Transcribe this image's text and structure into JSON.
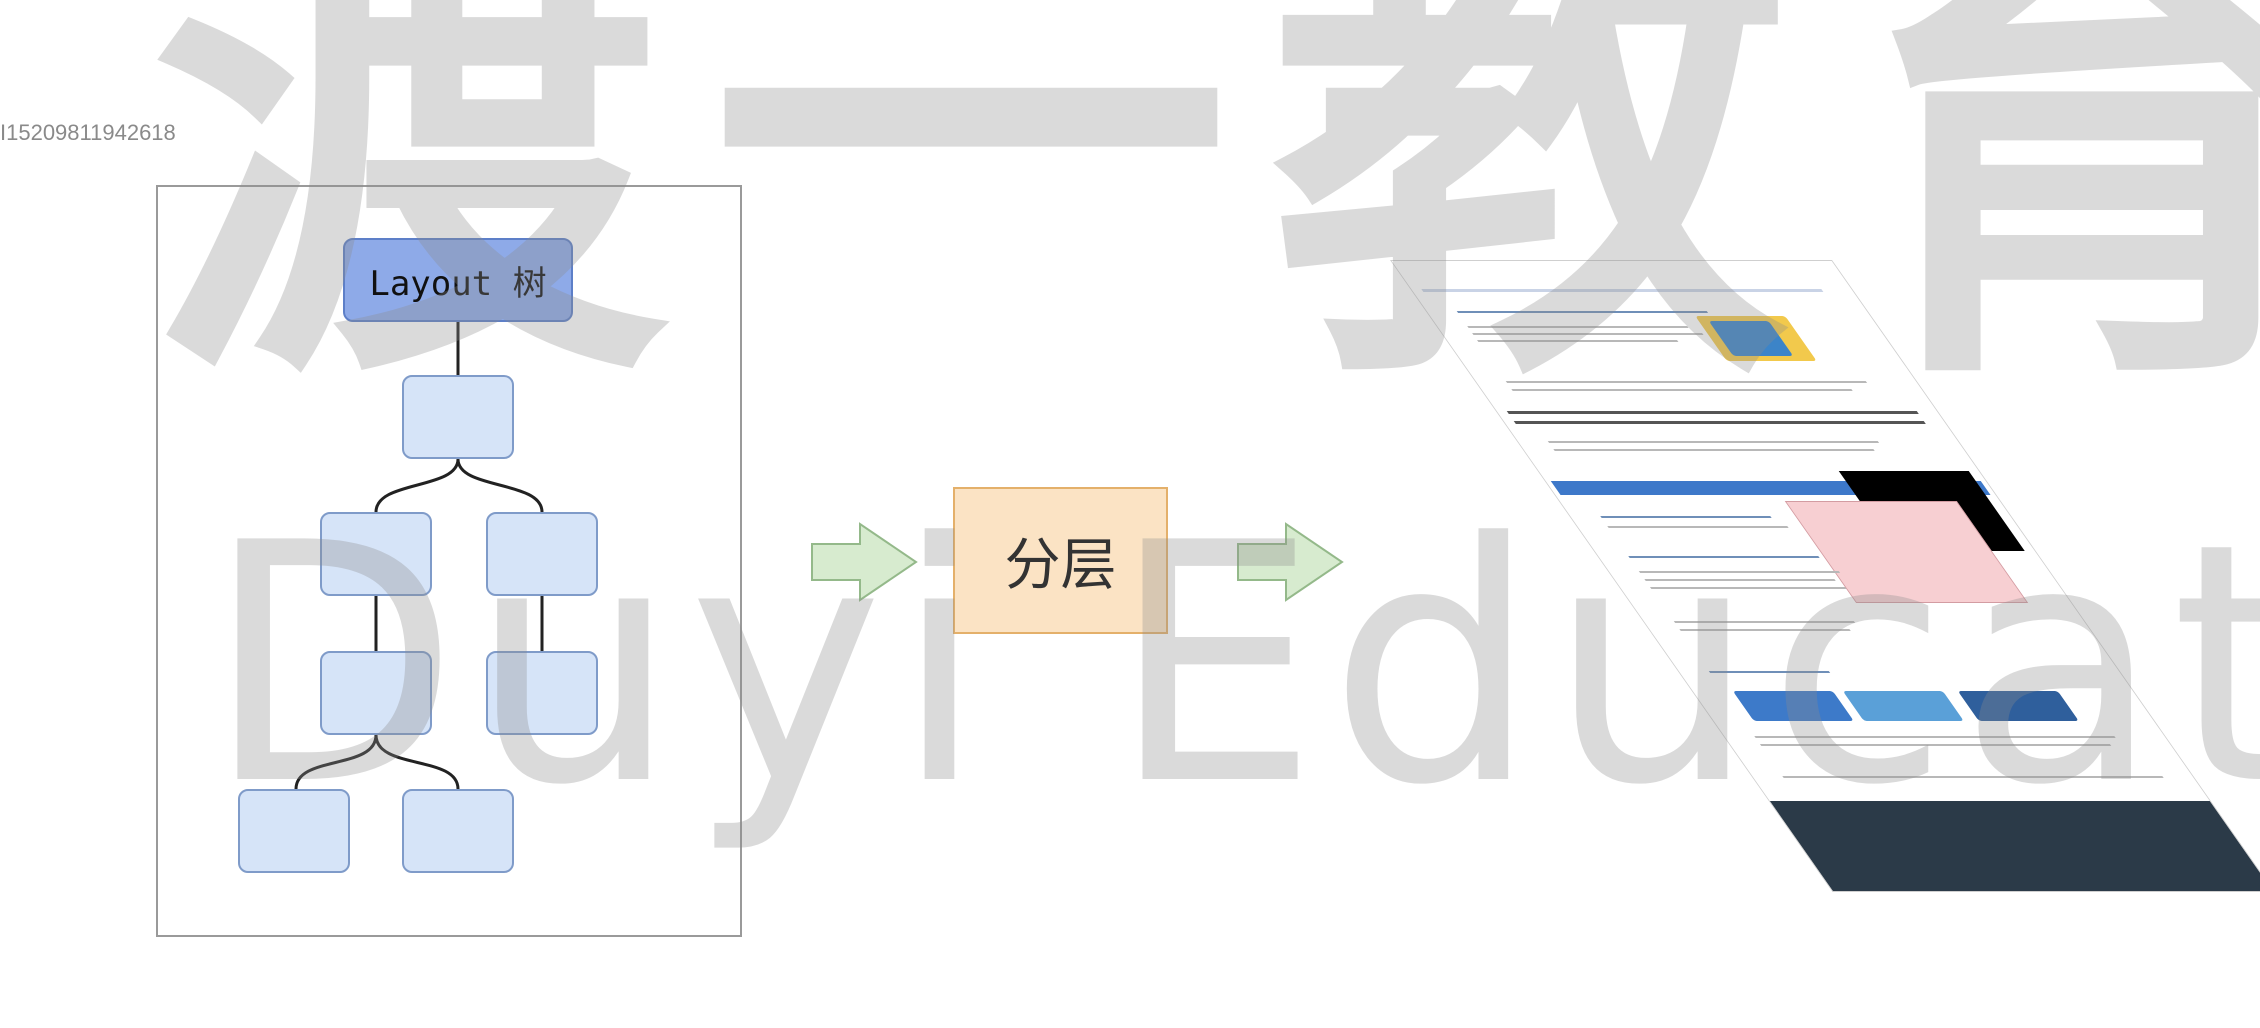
{
  "watermark": {
    "cn_text": "渡一教育",
    "en_text": "Duyi Education",
    "id_text": "I15209811942618"
  },
  "tree": {
    "root_label": "Layout 树"
  },
  "middle": {
    "layer_label": "分层"
  },
  "colors": {
    "root_fill": "#8eaae8",
    "node_fill": "#d6e4f8",
    "layer_fill": "#fbe3c4",
    "arrow_fill": "#d7ebcf"
  },
  "icons": [
    "arrow-right-icon",
    "arrow-right-icon"
  ]
}
